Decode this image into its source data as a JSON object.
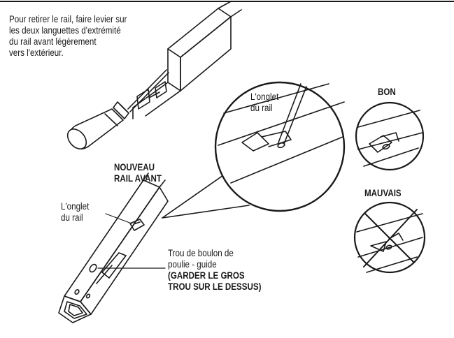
{
  "instruction": {
    "lines": [
      "Pour retirer le rail, faire levier sur",
      "les deux languettes d'extrémité",
      "du rail avant légèrement",
      "vers l'extérieur."
    ]
  },
  "zoom_tab_label": {
    "lines": [
      "L'onglet",
      "du rail"
    ]
  },
  "new_rail_label": {
    "lines": [
      "NOUVEAU",
      "RAIL AVANT"
    ]
  },
  "rail_tab_label": {
    "lines": [
      "L'onglet",
      "du rail"
    ]
  },
  "bolt_hole_label": {
    "lines": [
      "Trou de boulon de",
      "poulie - guide"
    ],
    "emphasis_lines": [
      "(GARDER LE GROS",
      "TROU SUR LE DESSUS)"
    ]
  },
  "good_label": "BON",
  "bad_label": "MAUVAIS"
}
